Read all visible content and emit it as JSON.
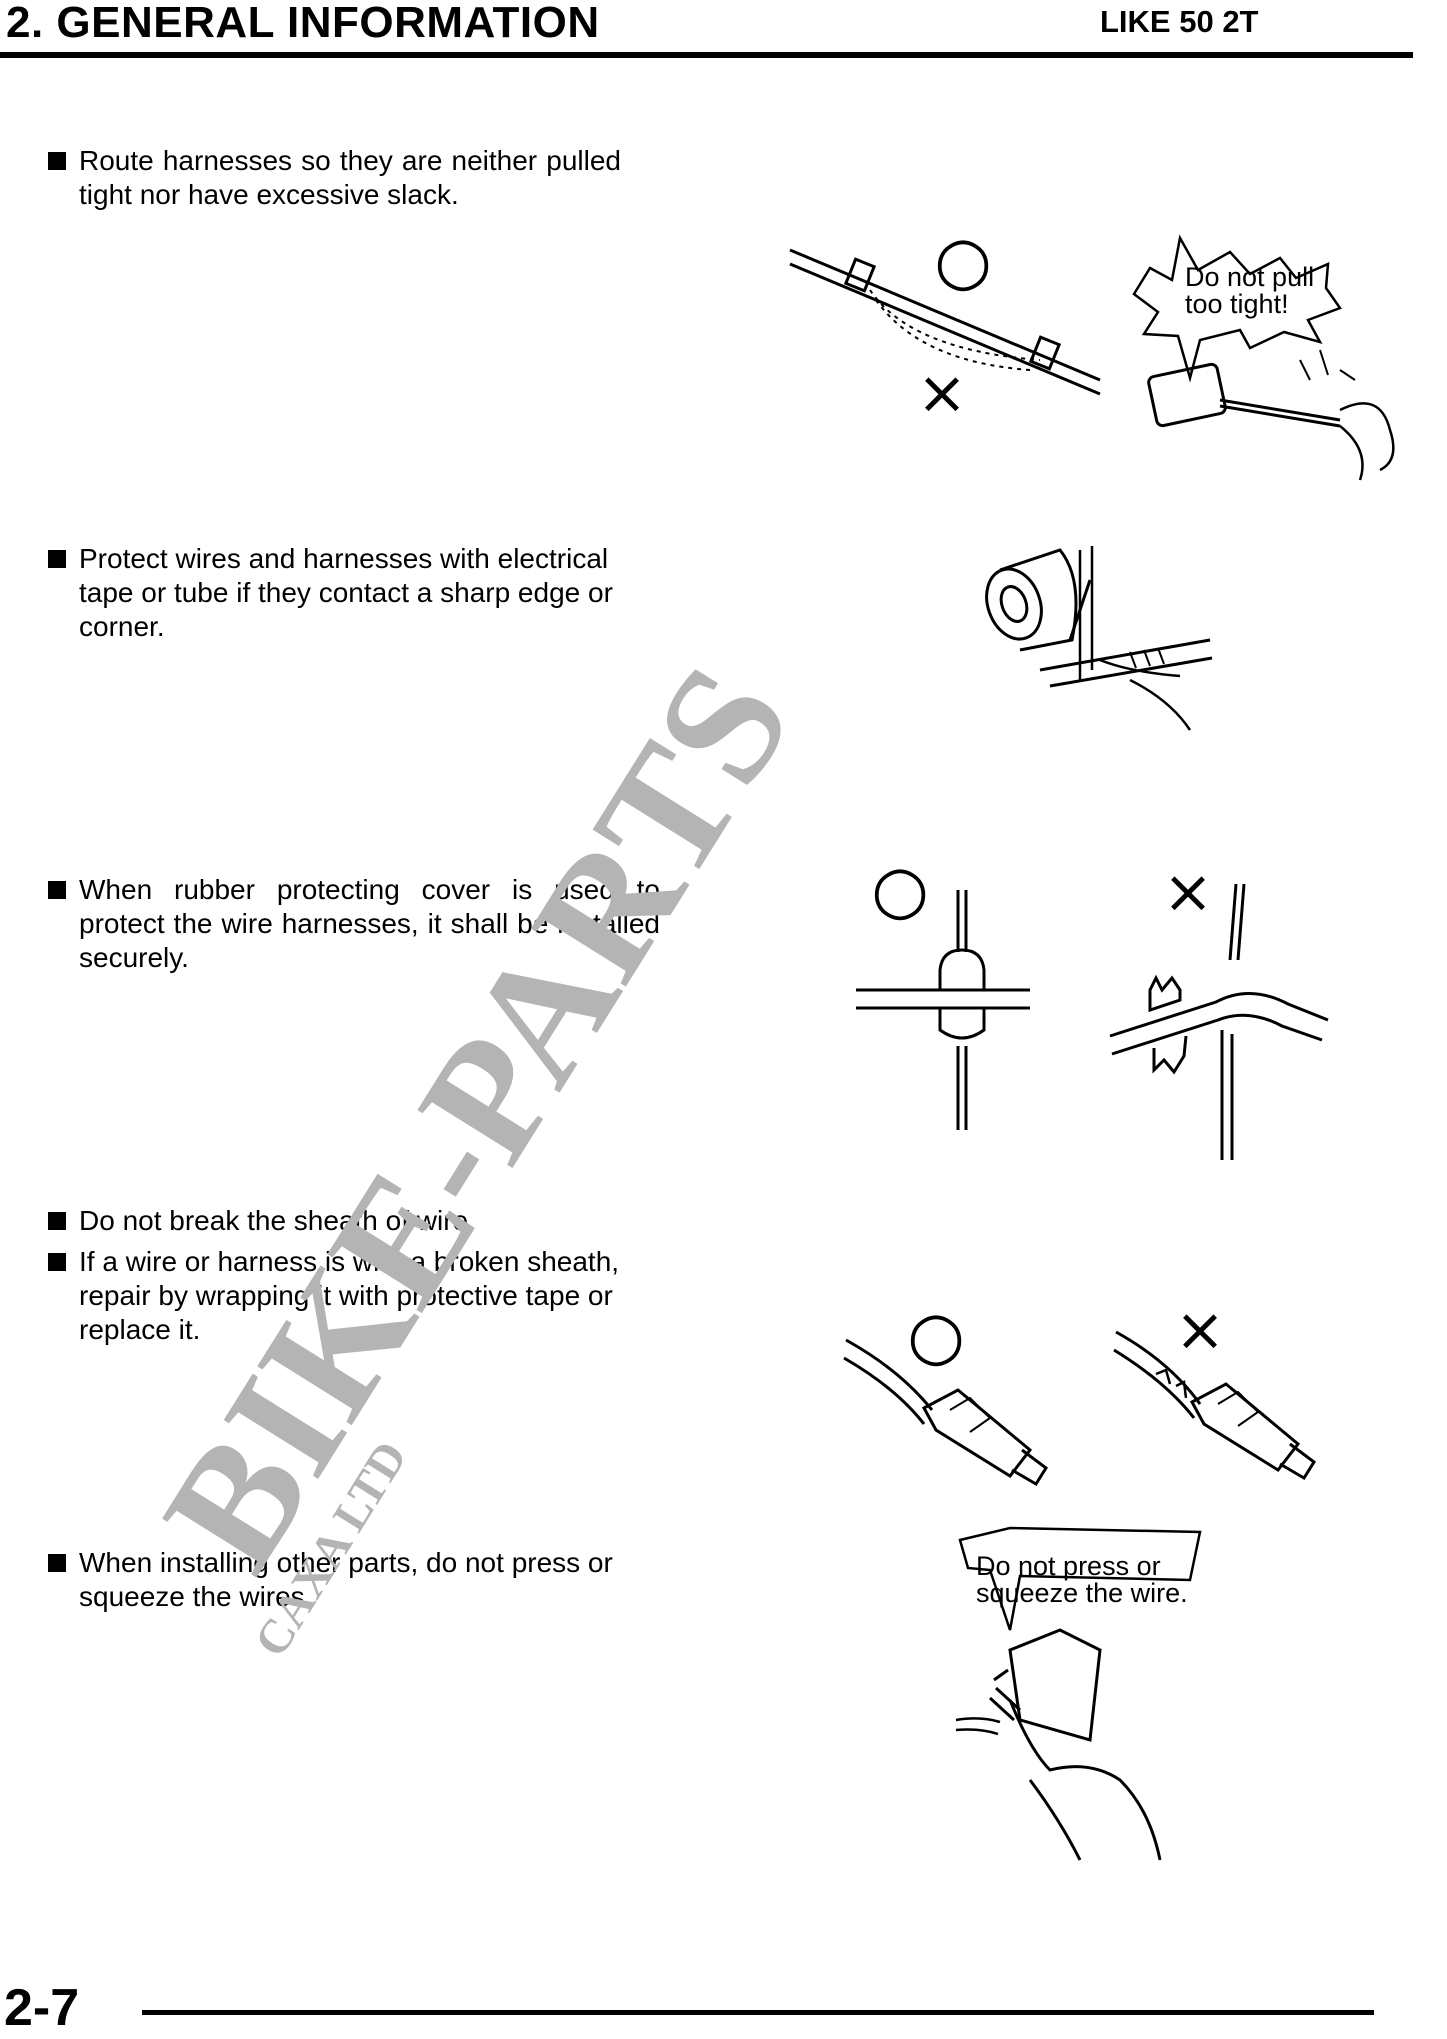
{
  "header": {
    "title": "2. GENERAL INFORMATION",
    "model": "LIKE 50 2T"
  },
  "items": [
    {
      "text": "Route harnesses so they are neither pulled tight nor have excessive slack."
    },
    {
      "text": "Protect wires and harnesses with electrical tape or tube if they contact a sharp edge or corner."
    },
    {
      "text": "When rubber protecting cover is used to protect the wire harnesses, it shall be installed securely."
    },
    {
      "text": "Do not break the sheath of wire."
    },
    {
      "text": "If a wire or harness is with a broken sheath, repair by wrapping it with protective tape or replace it."
    },
    {
      "text": "When installing other parts, do not press or squeeze the wires."
    }
  ],
  "callouts": {
    "pull_tight": [
      "Do not pull",
      "too tight!"
    ],
    "press_squeeze": [
      "Do not press or",
      "squeeze the wire."
    ]
  },
  "marks": {
    "ok": "○",
    "ng": "×"
  },
  "watermark": {
    "main": "BIKE-PARTS",
    "sub": "CAXA LTD",
    "color": "#b4b4b4"
  },
  "footer": {
    "page": "2-7"
  }
}
